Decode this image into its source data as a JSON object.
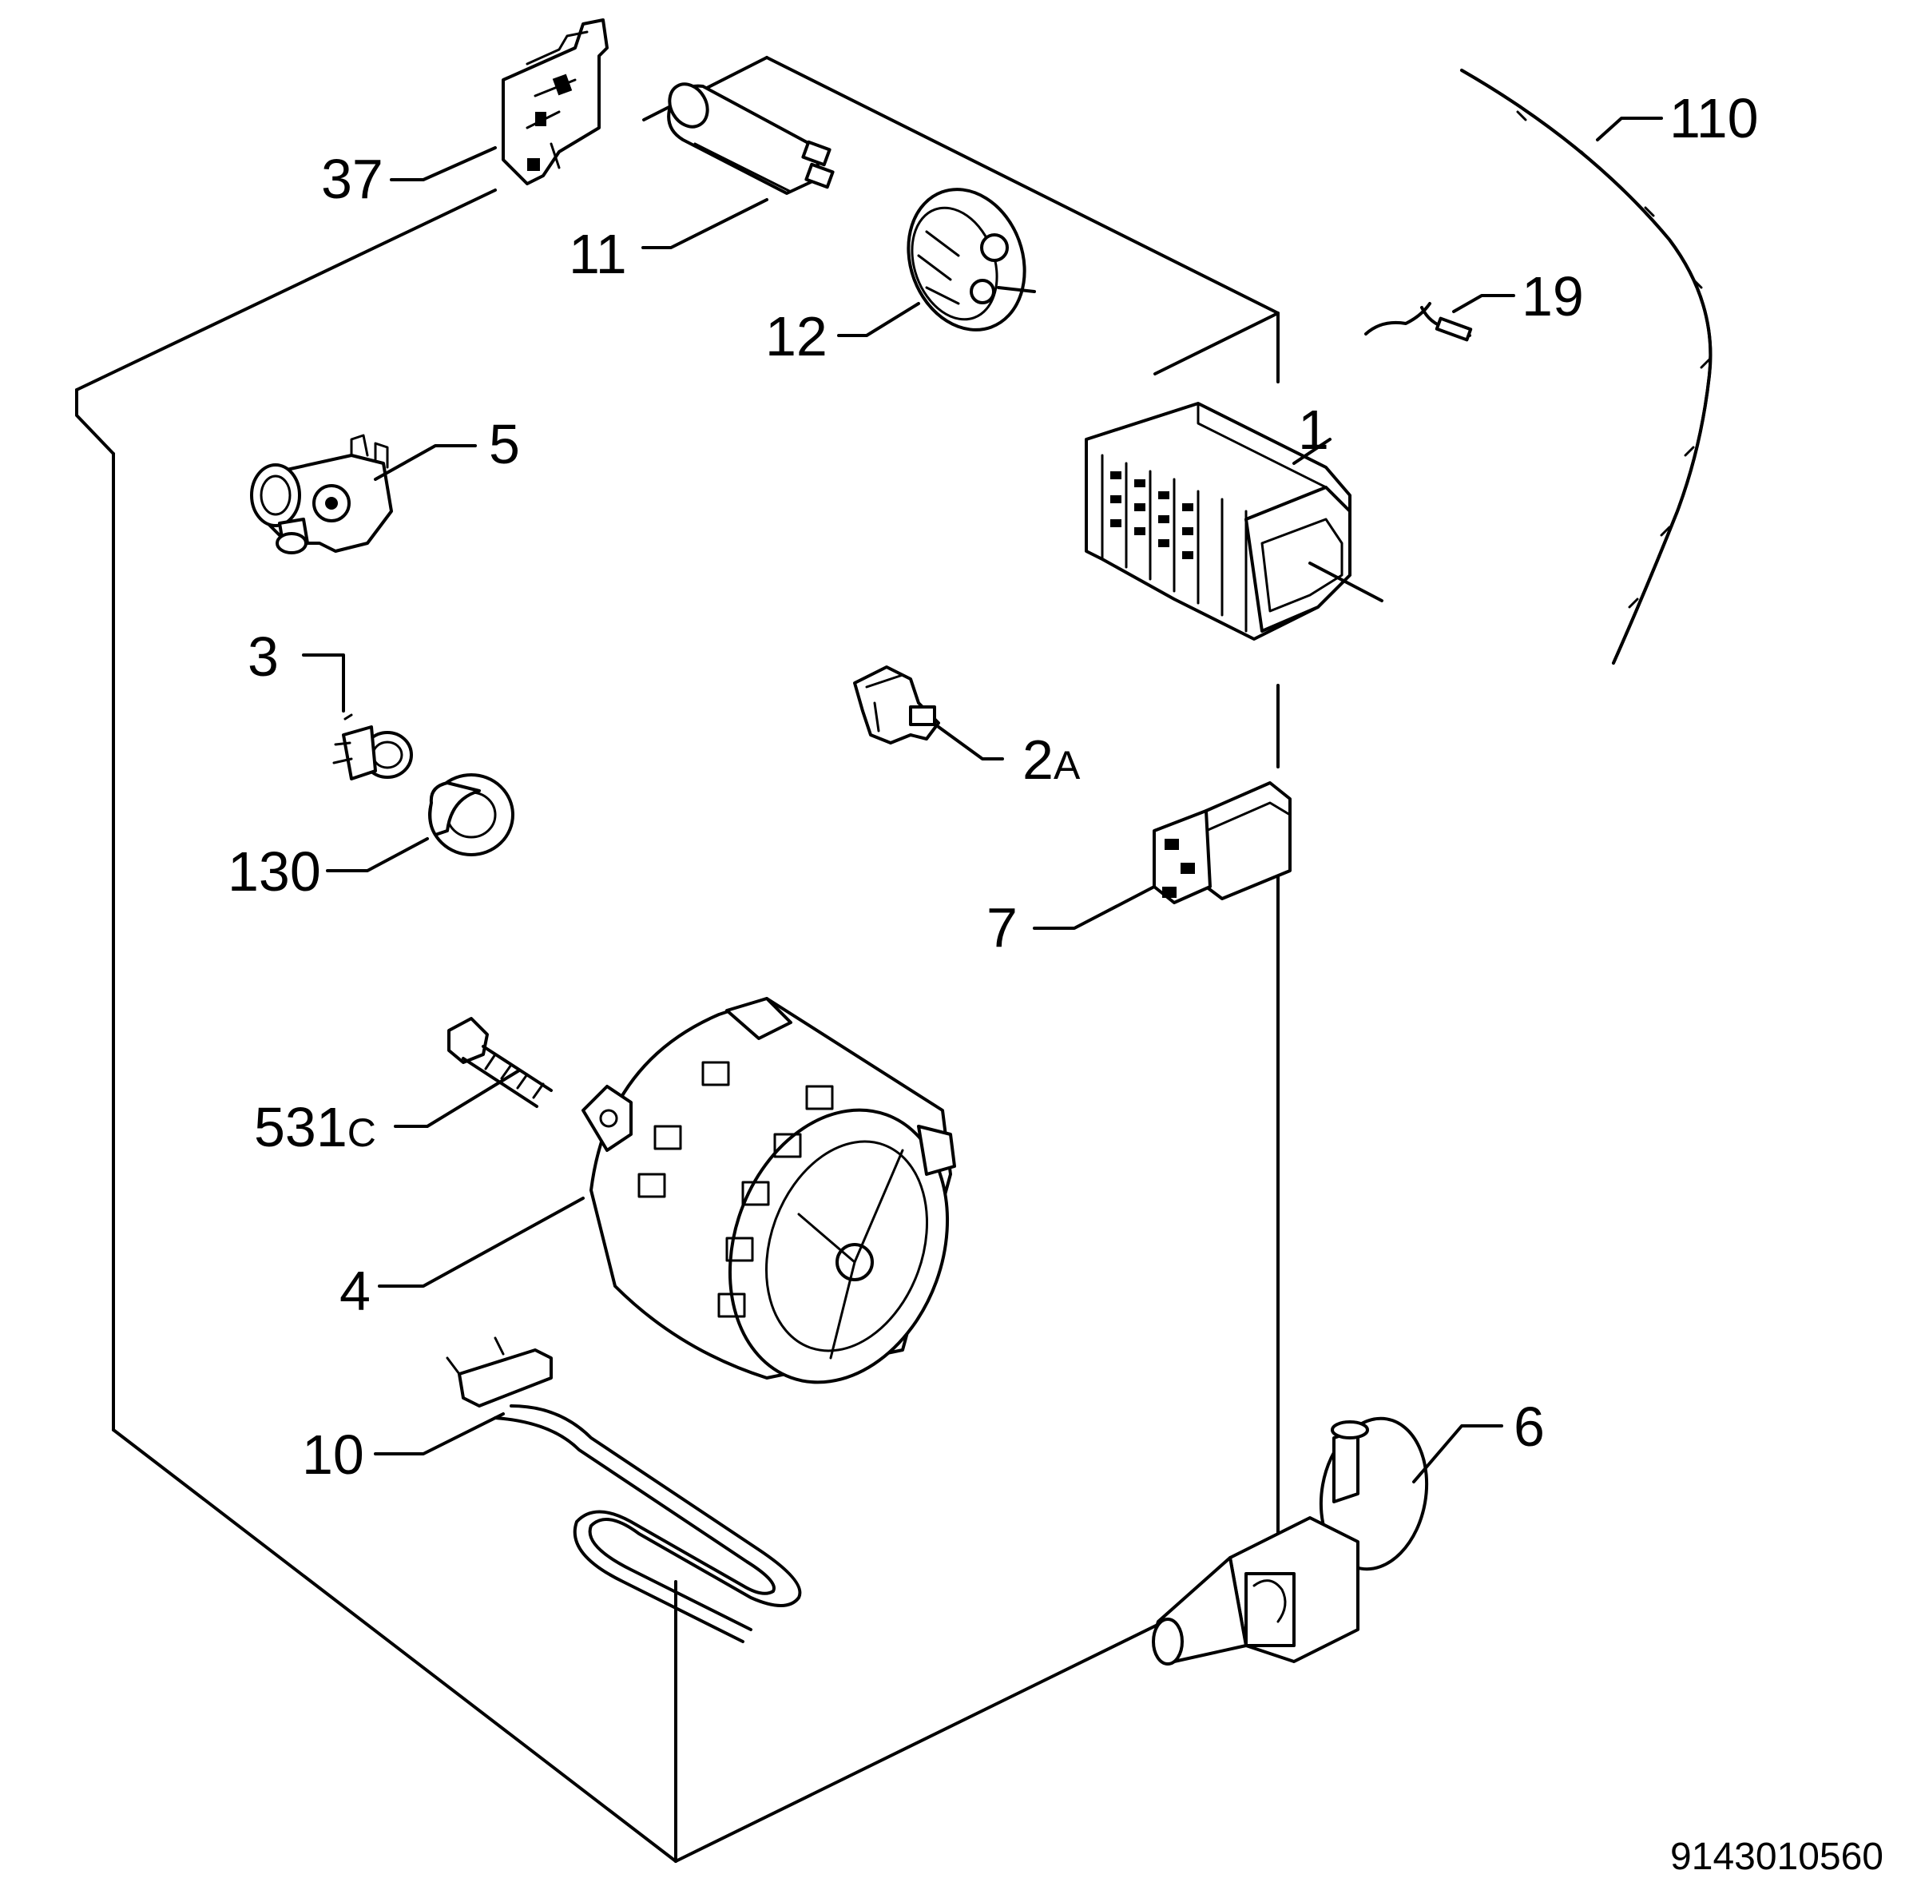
{
  "document_number": "9143010560",
  "callouts": [
    {
      "id": "part-1",
      "number": "1"
    },
    {
      "id": "part-2a",
      "number": "2",
      "suffix": "A"
    },
    {
      "id": "part-3",
      "number": "3"
    },
    {
      "id": "part-4",
      "number": "4"
    },
    {
      "id": "part-5",
      "number": "5"
    },
    {
      "id": "part-6",
      "number": "6"
    },
    {
      "id": "part-7",
      "number": "7"
    },
    {
      "id": "part-10",
      "number": "10"
    },
    {
      "id": "part-11",
      "number": "11"
    },
    {
      "id": "part-12",
      "number": "12"
    },
    {
      "id": "part-19",
      "number": "19"
    },
    {
      "id": "part-37",
      "number": "37"
    },
    {
      "id": "part-110",
      "number": "110"
    },
    {
      "id": "part-130",
      "number": "130"
    },
    {
      "id": "part-531c",
      "number": "531",
      "suffix": "C"
    }
  ]
}
